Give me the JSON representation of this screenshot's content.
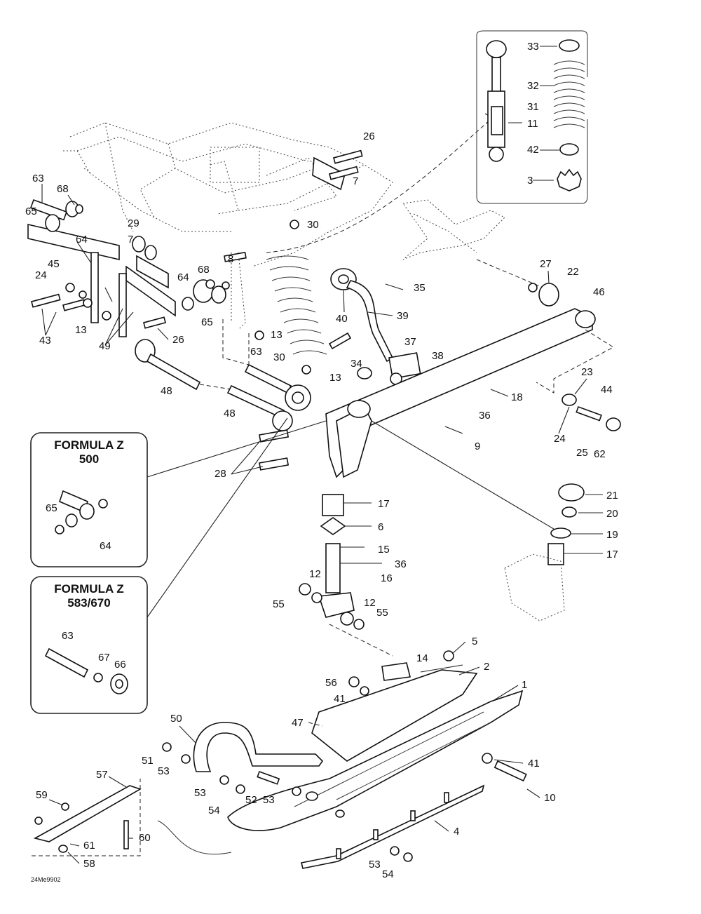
{
  "diagram_id": "24Me9902",
  "insets": {
    "a": {
      "line1": "FORMULA Z",
      "line2": "500"
    },
    "b": {
      "line1": "FORMULA Z",
      "line2": "583/670"
    }
  },
  "callouts": {
    "c33": "33",
    "c32": "32",
    "c31": "31",
    "c11": "11",
    "c42": "42",
    "c3": "3",
    "c26a": "26",
    "c7a": "7",
    "c63a": "63",
    "c68a": "68",
    "c65a": "65",
    "c64a": "64",
    "c29": "29",
    "c7b": "7",
    "c30a": "30",
    "c8": "8",
    "c68b": "68",
    "c64b": "64",
    "c45": "45",
    "c24a": "24",
    "c13a": "13",
    "c43": "43",
    "c49": "49",
    "c26b": "26",
    "c65b": "65",
    "c13b": "13",
    "c63b": "63",
    "c30b": "30",
    "c34": "34",
    "c48a": "48",
    "c48b": "48",
    "c13c": "13",
    "c28": "28",
    "c27": "27",
    "c22": "22",
    "c46": "46",
    "c35": "35",
    "c40": "40",
    "c39": "39",
    "c37": "37",
    "c38": "38",
    "c18": "18",
    "c23": "23",
    "c44": "44",
    "c36a": "36",
    "c9": "9",
    "c24b": "24",
    "c25": "25",
    "c62": "62",
    "c21": "21",
    "c20": "20",
    "c19": "19",
    "c17a": "17",
    "c17b": "17",
    "c6": "6",
    "c15": "15",
    "c36b": "36",
    "c12a": "12",
    "c16": "16",
    "c55a": "55",
    "c12b": "12",
    "c55b": "55",
    "c65c": "65",
    "c64c": "64",
    "c63c": "63",
    "c67": "67",
    "c66": "66",
    "c5": "5",
    "c14": "14",
    "c2": "2",
    "c56": "56",
    "c41a": "41",
    "c1": "1",
    "c47": "47",
    "c50": "50",
    "c51": "51",
    "c53a": "53",
    "c41b": "41",
    "c10": "10",
    "c57": "57",
    "c59": "59",
    "c53b": "53",
    "c54a": "54",
    "c52": "52",
    "c53c": "53",
    "c4": "4",
    "c61": "61",
    "c60": "60",
    "c58": "58",
    "c53d": "53",
    "c54b": "54"
  }
}
